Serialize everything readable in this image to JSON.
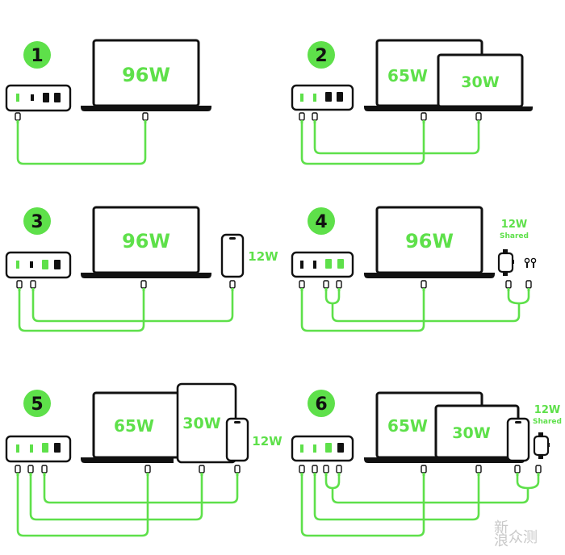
{
  "scenarios": [
    {
      "number": "1",
      "labels": [
        "96W"
      ]
    },
    {
      "number": "2",
      "labels": [
        "65W",
        "30W"
      ]
    },
    {
      "number": "3",
      "labels": [
        "96W",
        "12W"
      ]
    },
    {
      "number": "4",
      "labels": [
        "96W",
        "12W",
        "Shared"
      ]
    },
    {
      "number": "5",
      "labels": [
        "65W",
        "30W",
        "12W"
      ]
    },
    {
      "number": "6",
      "labels": [
        "65W",
        "30W",
        "12W",
        "Shared"
      ]
    }
  ],
  "watermark": "新\n浪 众测",
  "colors": {
    "accent": "#5ee04a",
    "ink": "#111111",
    "port_black": "#111111"
  }
}
